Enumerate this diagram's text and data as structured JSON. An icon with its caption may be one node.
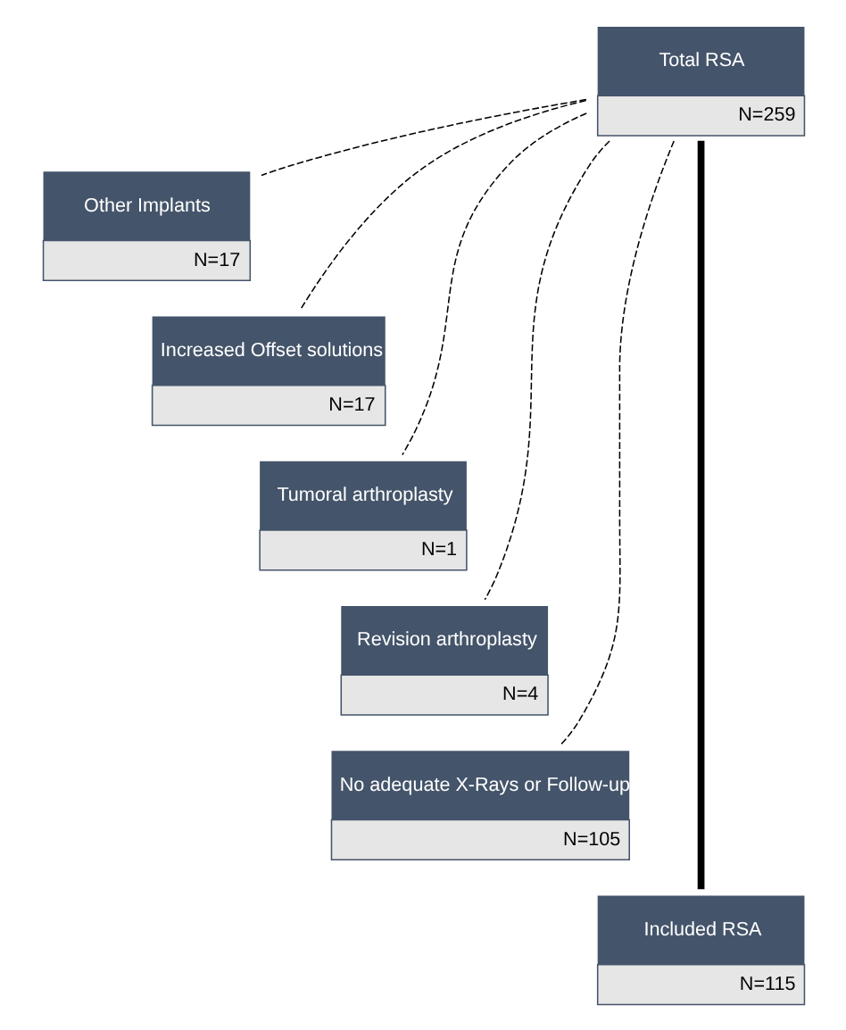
{
  "diagram": {
    "nodes": [
      {
        "text": [
          "Total RSA",
          "N=259"
        ]
      },
      {
        "text": [
          "Other Implants",
          "N=17"
        ]
      },
      {
        "text": [
          "Increased Offset solutions",
          "N=17"
        ]
      },
      {
        "text": [
          "Tumoral arthroplasty",
          "N=1"
        ]
      },
      {
        "text": [
          "Revision arthroplasty",
          "N=4"
        ]
      },
      {
        "text": [
          "No adequate X-Rays or Follow-up",
          "N=105"
        ]
      },
      {
        "text": [
          "Included RSA",
          "N=115"
        ]
      }
    ],
    "edges": [
      {
        "from": 0,
        "to": 6,
        "arrow": "none",
        "style": "thick"
      },
      {
        "from": 0,
        "to": 1,
        "arrow": "none",
        "style": "dashed"
      },
      {
        "from": 0,
        "to": 2,
        "arrow": "none",
        "style": "dashed"
      },
      {
        "from": 0,
        "to": 3,
        "arrow": "none",
        "style": "dashed"
      },
      {
        "from": 0,
        "to": 4,
        "arrow": "none",
        "style": "dashed"
      },
      {
        "from": 0,
        "to": 5,
        "arrow": "none",
        "style": "dashed"
      }
    ]
  }
}
